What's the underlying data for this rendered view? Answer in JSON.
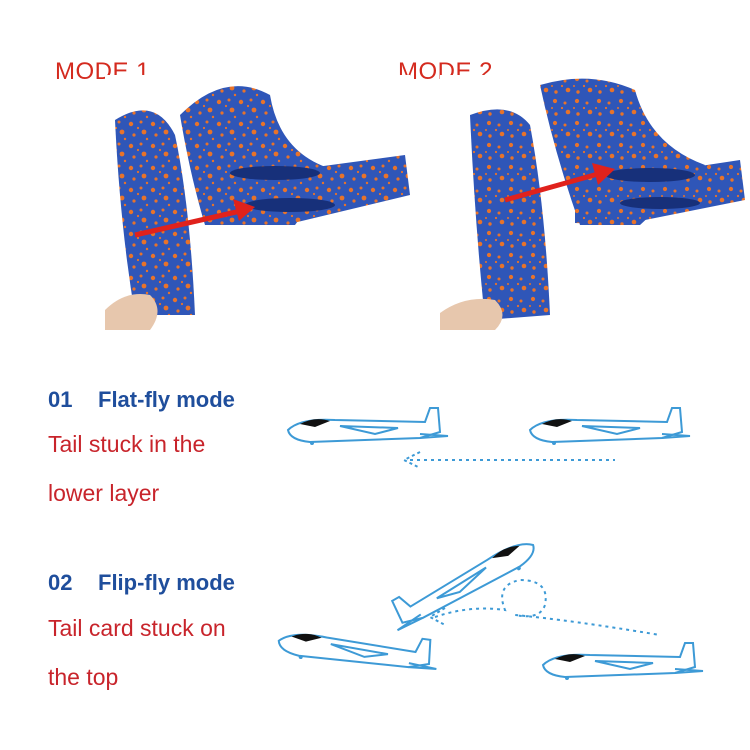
{
  "modes": [
    {
      "label": "MODE 1"
    },
    {
      "label": "MODE 2"
    }
  ],
  "steps": [
    {
      "number": "01",
      "title": "Flat-fly mode",
      "desc_lines": [
        "Tail stuck in the",
        "lower layer"
      ]
    },
    {
      "number": "02",
      "title": "Flip-fly mode",
      "desc_lines": [
        "Tail card stuck on",
        "the top"
      ]
    }
  ],
  "colors": {
    "foam_blue": "#2f56b8",
    "foam_spot": "#e8732a",
    "arrow_red": "#e0221c",
    "heading_blue": "#1f4e9c",
    "text_red": "#c8242b",
    "sketch_blue": "#3d9ad6"
  }
}
